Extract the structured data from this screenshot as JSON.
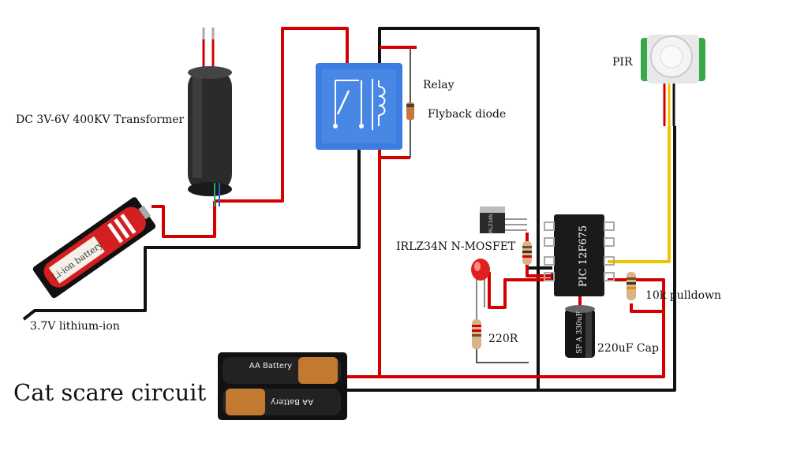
{
  "title": "Cat scare circuit",
  "labels": {
    "transformer": "DC 3V-6V 400KV Transformer",
    "relay": "Relay",
    "diode": "Flyback diode",
    "pir": "PIR",
    "mosfet": "IRLZ34N N-MOSFET",
    "resistor_led": "220R",
    "pulldown": "10k pulldown",
    "capacitor": "220uF Cap",
    "li_ion": "3.7V lithium-ion"
  },
  "components": {
    "battery_label": "Li-ion battery",
    "aa_top": "AA Battery",
    "aa_bottom": "AA Battery",
    "pic": "PIC 12F675",
    "mosfet_marking": "IRLZ34N",
    "cap_marking": "SP A 330uF"
  },
  "colors": {
    "wire_red": "#d40000",
    "wire_black": "#111111",
    "wire_yellow": "#f2c200",
    "relay_blue": "#3b7de0",
    "pir_green": "#3aa84a"
  }
}
